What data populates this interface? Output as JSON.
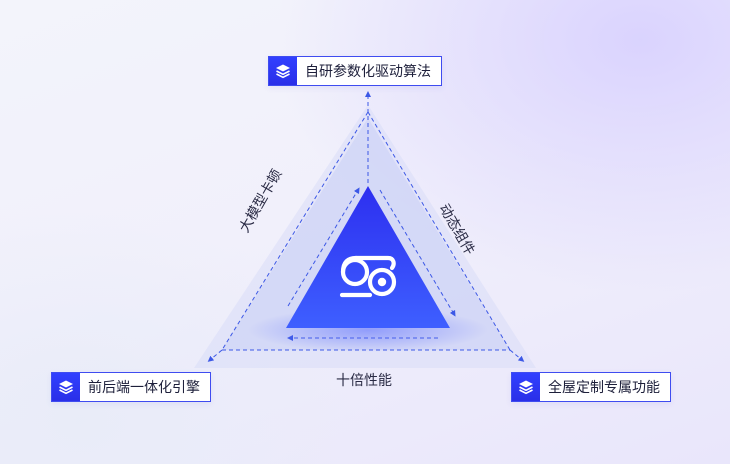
{
  "nodes": {
    "top": {
      "label": "自研参数化驱动算法",
      "icon": "layers-icon"
    },
    "left": {
      "label": "前后端一体化引擎",
      "icon": "layers-icon"
    },
    "right": {
      "label": "全屋定制专属功能",
      "icon": "layers-icon"
    }
  },
  "edges": {
    "left": "大模型卡顿",
    "right": "动态组件",
    "bottom": "十倍性能"
  },
  "center": {
    "icon": "brand-logo-icon"
  },
  "colors": {
    "accent": "#2a2fe8",
    "core_top": "#2d2ff0",
    "core_bottom": "#3d5bff",
    "dash": "#3c58e6"
  }
}
